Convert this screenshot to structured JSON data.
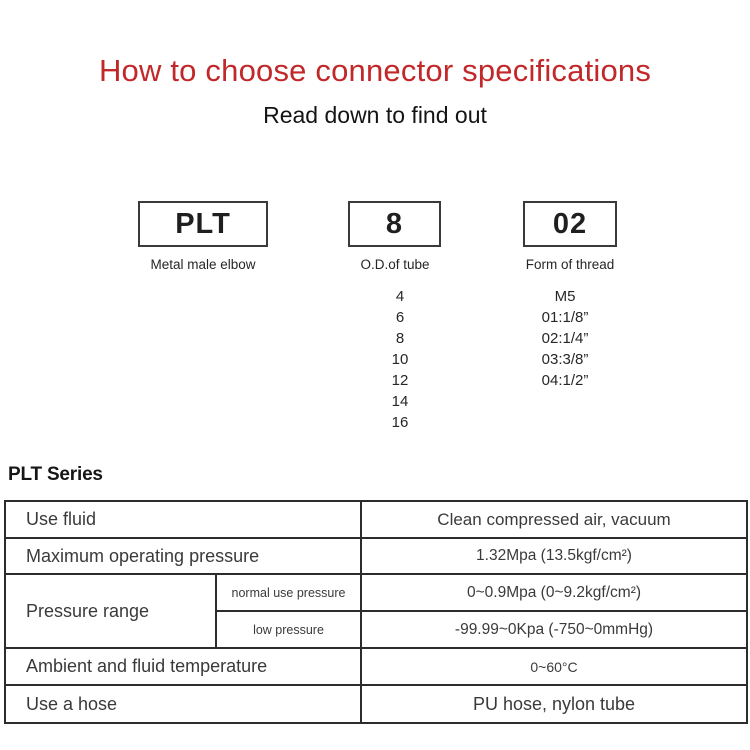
{
  "title": "How to choose connector specifications",
  "subtitle": "Read down to find out",
  "colors": {
    "title_red": "#c2282a",
    "table_beige": "#f5eedd",
    "table_border": "#2c2c2c"
  },
  "code_boxes": [
    {
      "code": "PLT",
      "label": "Metal male elbow"
    },
    {
      "code": "8",
      "label": "O.D.of tube"
    },
    {
      "code": "02",
      "label": "Form of thread"
    }
  ],
  "tube_sizes": [
    "4",
    "6",
    "8",
    "10",
    "12",
    "14",
    "16"
  ],
  "thread_forms": [
    "M5",
    "01:1/8”",
    "02:1/4”",
    "03:3/8”",
    "04:1/2”"
  ],
  "series_heading": "PLT Series",
  "spec_table": {
    "rows": [
      {
        "label": "Use fluid",
        "value": "Clean compressed air, vacuum"
      },
      {
        "label": "Maximum operating pressure",
        "value": "1.32Mpa (13.5kgf/cm²)"
      },
      {
        "label": "Pressure range",
        "sub_rows": [
          {
            "label": "normal use pressure",
            "value": "0~0.9Mpa (0~9.2kgf/cm²)"
          },
          {
            "label": "low pressure",
            "value": "-99.99~0Kpa (-750~0mmHg)"
          }
        ]
      },
      {
        "label": "Ambient and fluid temperature",
        "value": "0~60°C"
      },
      {
        "label": "Use a hose",
        "value": "PU hose, nylon tube"
      }
    ]
  }
}
